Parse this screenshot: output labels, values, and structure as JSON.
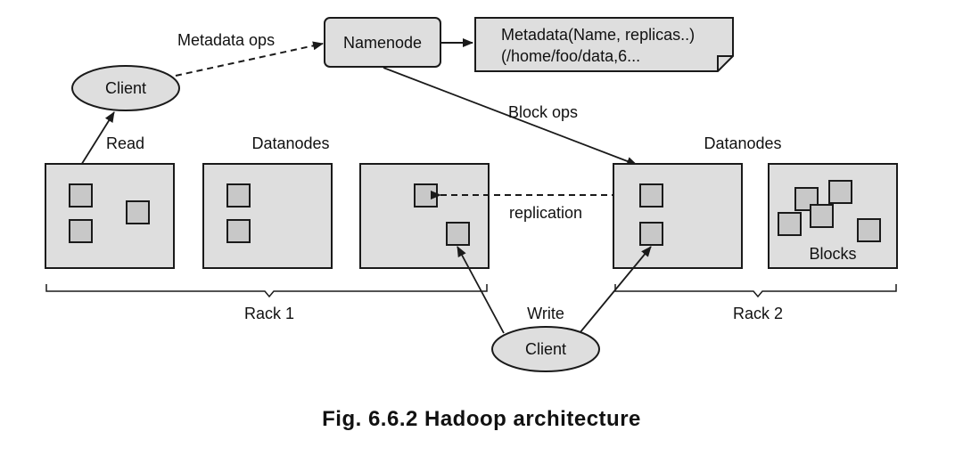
{
  "colors": {
    "fill": "#dedede",
    "block": "#c8c8c8",
    "stroke": "#1a1a1a",
    "background": "#ffffff"
  },
  "labels": {
    "metadata_ops": "Metadata ops",
    "namenode": "Namenode",
    "metadata_line1": "Metadata(Name, replicas..)",
    "metadata_line2": "(/home/foo/data,6...",
    "client_top": "Client",
    "block_ops": "Block ops",
    "read": "Read",
    "datanodes_left": "Datanodes",
    "datanodes_right": "Datanodes",
    "replication": "replication",
    "blocks": "Blocks",
    "rack1": "Rack 1",
    "rack2": "Rack 2",
    "write": "Write",
    "client_bottom": "Client"
  },
  "caption": "Fig. 6.6.2 Hadoop architecture"
}
